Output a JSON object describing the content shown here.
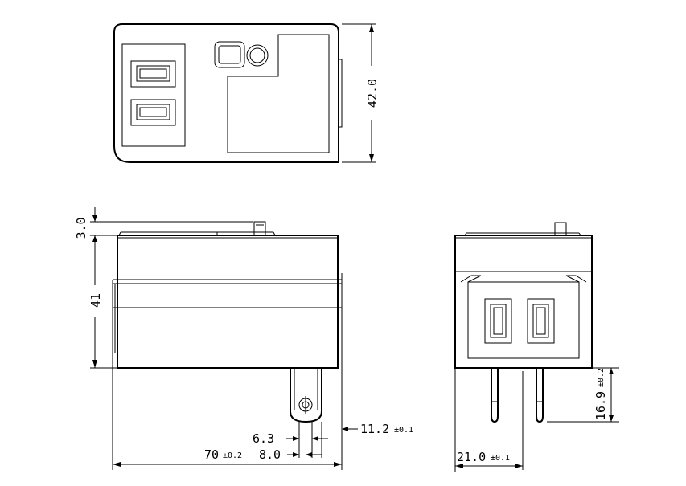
{
  "dimensions": {
    "height_top_view": "42.0",
    "pin_protrusion": "3.0",
    "height_side": "41",
    "pin_thickness_value": "11.2",
    "pin_thickness_tol": "±0.1",
    "pin_hole_offset": "6.3",
    "length_value": "70",
    "length_tol": "±0.2",
    "pin_offset": "8.0",
    "blade_length_value": "16.9",
    "blade_length_tol": "±0.2",
    "blade_spacing_value": "21.0",
    "blade_spacing_tol": "±0.1"
  }
}
